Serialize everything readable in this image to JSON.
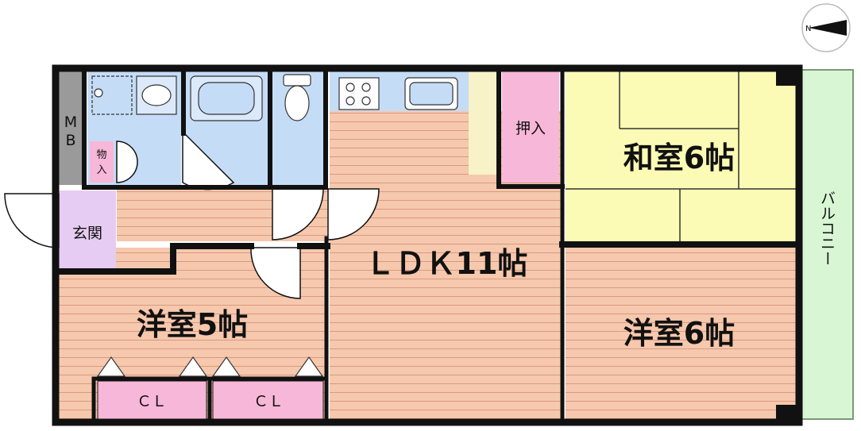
{
  "rooms": {
    "ldk": "ＬＤＫ11帖",
    "washitsu": "和室6帖",
    "youshitsu_right": "洋室6帖",
    "youshitsu_left": "洋室5帖",
    "oshiire": "押入",
    "genkan": "玄関",
    "mono": "物入",
    "mb": "MB",
    "balcony": "バルコニー",
    "cl1": "ＣＬ",
    "cl2": "ＣＬ"
  },
  "colors": {
    "wall": "#111111",
    "wood": "#f6c8ad",
    "wood_line": "#d99a7f",
    "wet": "#c5dcf7",
    "tatami": "#fbfbb5",
    "closet": "#f7b7d8",
    "genkan": "#e6ccf2",
    "balcony": "#d8f5d4",
    "mb": "#9a9a9a",
    "kitchen_counter": "#f7f2c8"
  }
}
